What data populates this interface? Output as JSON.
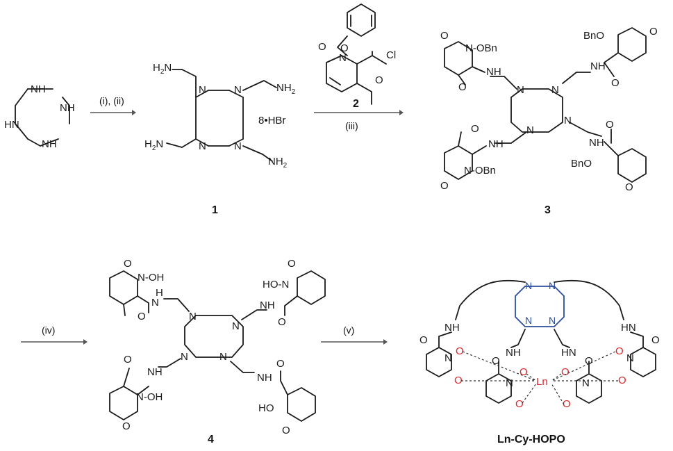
{
  "compounds": {
    "c1": "1",
    "c2": "2",
    "c3": "3",
    "c4": "4",
    "final": "Ln-Cy-HOPO"
  },
  "conditions": {
    "step1": "(i), (ii)",
    "step2": "(iii)",
    "step3": "(iv)",
    "step4": "(v)"
  },
  "salt": "8•HBr",
  "atoms": {
    "NH": "NH",
    "HN": "HN",
    "N": "N",
    "H2N": "H2N",
    "NH2": "NH2",
    "O": "O",
    "Cl": "Cl",
    "OBn": "N-OBn",
    "BnO": "BnO",
    "NOH": "N-OH",
    "HO": "HO",
    "Ln": "Ln"
  },
  "colors": {
    "bond": "#1a1a1a",
    "cyclen": "#2b4c9b",
    "oxygen": "#d8262b"
  }
}
